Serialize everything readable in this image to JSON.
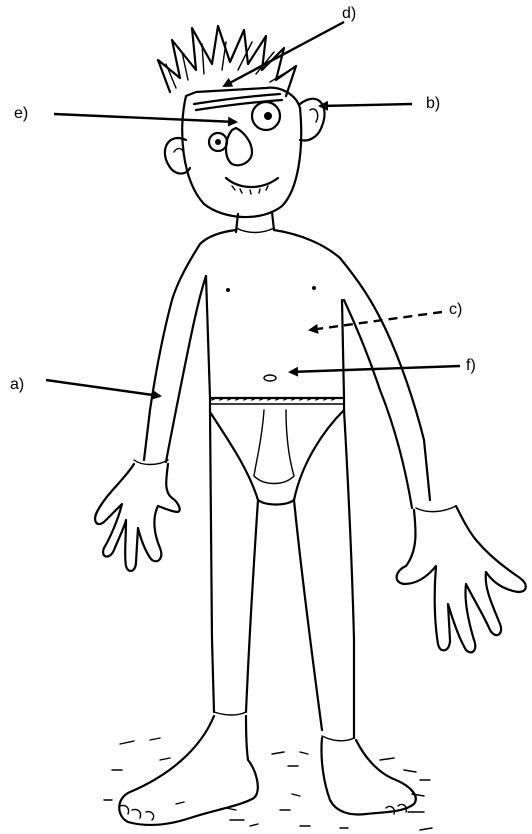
{
  "labels": {
    "a": "a)",
    "b": "b)",
    "c": "c)",
    "d": "d)",
    "e": "e)",
    "f": "f)"
  }
}
